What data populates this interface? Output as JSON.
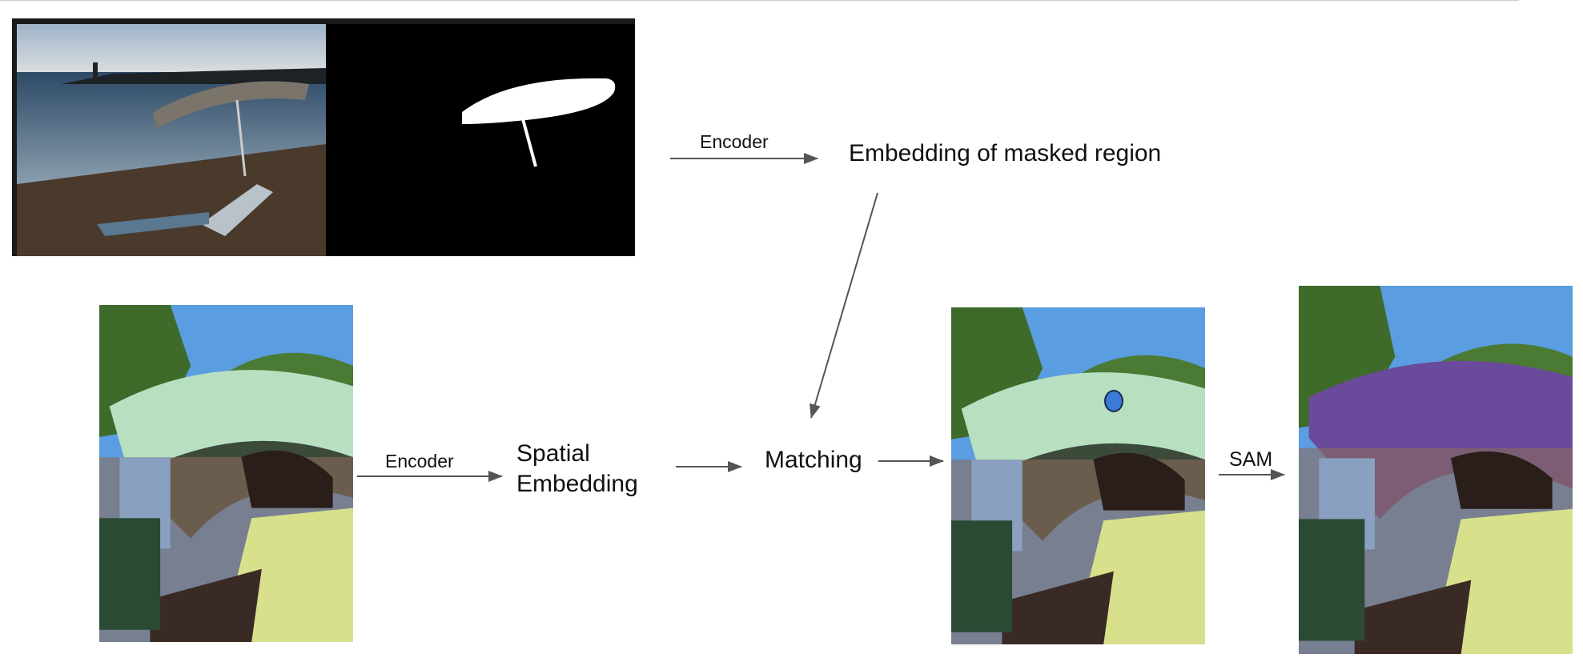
{
  "labels": {
    "encoder_top": "Encoder",
    "masked_embedding": "Embedding of masked region",
    "encoder_bottom": "Encoder",
    "spatial_line1": "Spatial",
    "spatial_line2": "Embedding",
    "matching": "Matching",
    "sam": "SAM"
  },
  "colors": {
    "arrow": "#555555",
    "point": "#3a7bd5"
  }
}
